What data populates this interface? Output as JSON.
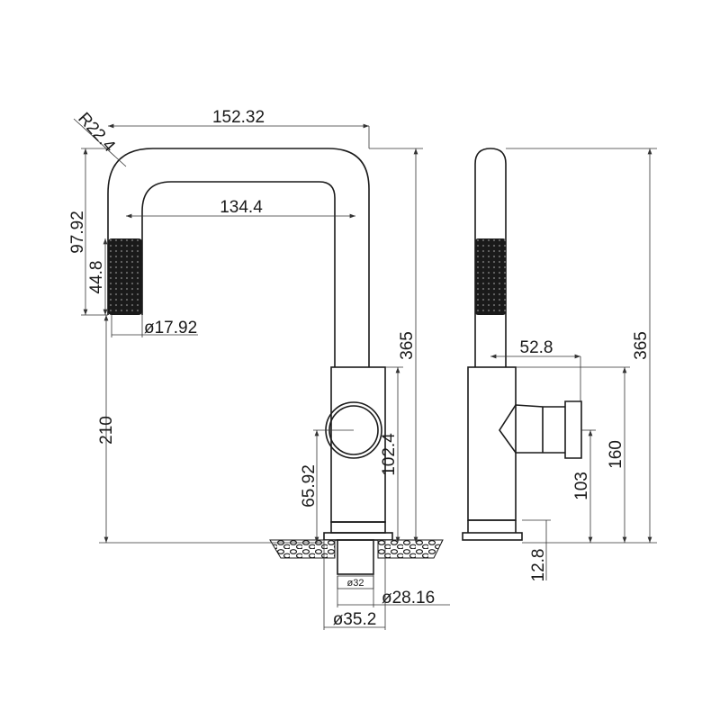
{
  "title": "Kitchen faucet technical drawing",
  "front_view": {
    "width_overall": "152.32",
    "bend_radius": "R22.4",
    "inner_width": "134.4",
    "spout_drop": "97.92",
    "grip_length": "44.8",
    "grip_diameter": "ø17.92",
    "spout_height": "210",
    "total_height": "365",
    "body_height": "102.4",
    "handle_height": "65.92",
    "tail_diameter": "ø32",
    "shank_diameter": "ø28.16",
    "base_diameter": "ø35.2"
  },
  "side_view": {
    "handle_projection": "52.8",
    "total_height": "365",
    "body_height": "160",
    "handle_height": "103",
    "base_height": "12.8"
  },
  "colors": {
    "line": "#1a1a1a",
    "background": "#ffffff"
  }
}
